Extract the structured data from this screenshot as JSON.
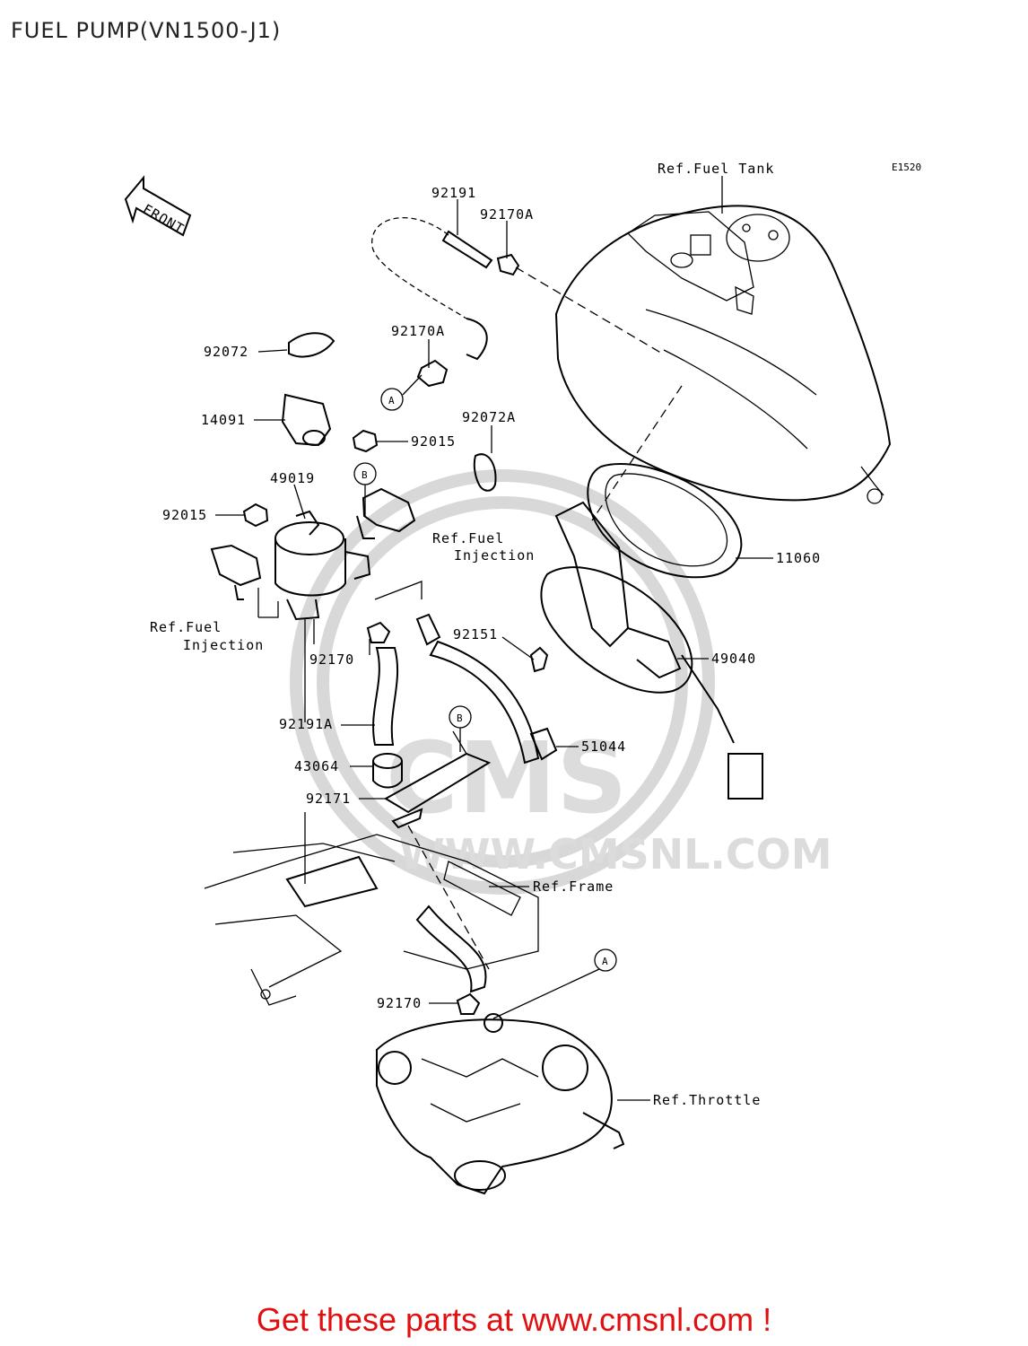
{
  "title": "FUEL PUMP(VN1500-J1)",
  "diagram_code": "E1520",
  "front_label": "FRONT",
  "watermark_text": "WWW.CMSNL.COM",
  "watermark_logo": "CMS",
  "callout_letters": {
    "a": "A",
    "b": "B"
  },
  "parts": {
    "p92191": "92191",
    "p92170A_top": "92170A",
    "p92072": "92072",
    "p92170A_mid": "92170A",
    "p14091": "14091",
    "p92015_top": "92015",
    "p92072A": "92072A",
    "p49019": "49019",
    "p92015_left": "92015",
    "p11060": "11060",
    "p92151": "92151",
    "p49040": "49040",
    "p92170_mid": "92170",
    "p92191A": "92191A",
    "p51044": "51044",
    "p43064": "43064",
    "p92171": "92171",
    "p92170_bottom": "92170"
  },
  "refs": {
    "fuel_tank": "Ref.Fuel Tank",
    "fuel_injection_right_1": "Ref.Fuel",
    "fuel_injection_right_2": "Injection",
    "fuel_injection_left_1": "Ref.Fuel",
    "fuel_injection_left_2": "Injection",
    "frame": "Ref.Frame",
    "throttle": "Ref.Throttle"
  },
  "footer": "Get these parts at www.cmsnl.com !",
  "colors": {
    "footer": "#e01010",
    "line": "#000000",
    "watermark": "#d8d8d8"
  }
}
